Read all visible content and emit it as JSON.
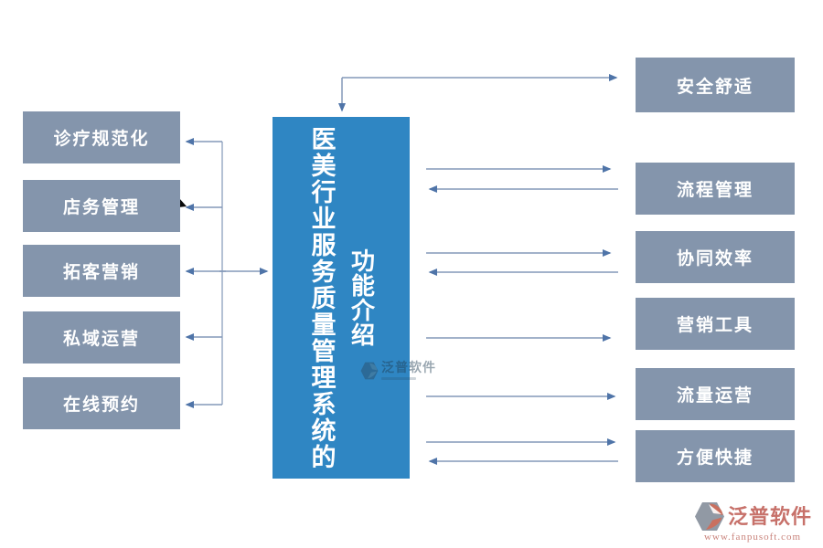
{
  "diagram": {
    "center_box": {
      "text_main": "医美行业服务质量管理系统的",
      "text_sub": "功能介绍"
    },
    "left_items": [
      "诊疗规范化",
      "店务管理",
      "拓客营销",
      "私域运营",
      "在线预约"
    ],
    "right_items": [
      "安全舒适",
      "流程管理",
      "协同效率",
      "营销工具",
      "流量运营",
      "方便快捷"
    ],
    "colors": {
      "side_box": "#8495AC",
      "center_box": "#2F86C3",
      "arrow_line": "#8398B8",
      "arrow_head": "#4F74A8",
      "box_text": "#FFFFFF",
      "brand_red": "#C7716A",
      "url_red": "#C9837B"
    }
  },
  "watermark": {
    "brand": "泛普软件"
  },
  "footer": {
    "brand": "泛普软件",
    "url": "www.fanpusoft.com"
  }
}
